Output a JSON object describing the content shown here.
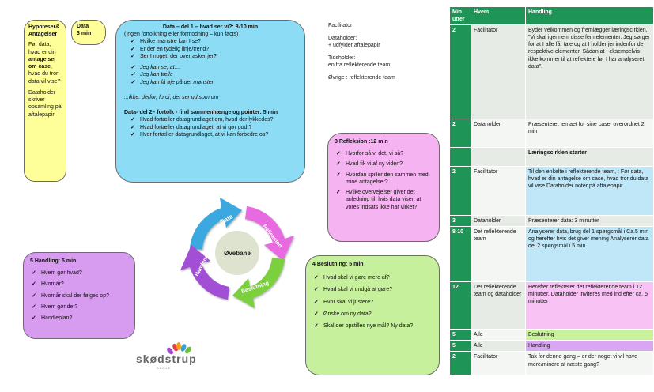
{
  "hypotheses_box": {
    "title": "Hypoteser& Antagelser",
    "p1_a": "Før data, hvad er din ",
    "p1_b": "antagelser om case",
    "p1_c": ", hvad du tror data vil vise?",
    "p2": "Dataholder skriver opsamling på aftalepapir"
  },
  "data_time_box": {
    "line1": "Data",
    "line2": "3 min"
  },
  "data_box": {
    "title": "Data – del 1 – hvad ser vi?: 8-10 min",
    "subtitle": "(Ingen fortolkning eller formodning – kun facts)",
    "q1": "Hvilke mønstre kan I se?",
    "q2": "Er der en tydelig linje/trend?",
    "q3": "Ser I noget, der overrasker jer?",
    "s1": "Jeg kan se, at....",
    "s2": "Jeg kan tælle",
    "s3": "Jeg kan få øje på det mønster",
    "ikke": "...ikke: derfor, fordi, det ser ud som om",
    "part2_title": "Data- del 2– fortolk - find sammenhænge og pointer:  5 min",
    "p1": "Hvad fortæller datagrundlaget om, hvad der lykkedes?",
    "p2": "Hvad fortæller datagrundlaget, at vi gør godt?",
    "p3": "Hvor fortæller datagrundlaget, at vi kan forbedre os?"
  },
  "roles": {
    "facilitator": "Facilitator:",
    "dataholder": "Dataholder:",
    "dataholder_note": " + udfylder aftalepapir",
    "tidsholder": "Tidsholder:",
    "tidsholder_note": "en fra reflekterende team:",
    "ovrige": "Øvrige : reflekterende team"
  },
  "reflexion_box": {
    "title": "3 Refleksion :12 min",
    "q1": "Hvorfor så vi det, vi så?",
    "q2": "Hvad fik vi af ny viden?",
    "q3": "Hvordan spiller den sammen med mine antagelser?",
    "q4": "Hvilke overvejelser giver det anledning til, hvis data viser, at vores indsats ikke har virket?"
  },
  "beslutning_box": {
    "title": "4 Beslutning: 5 min",
    "q1": "Hvad skal vi gøre mere af?",
    "q2": "Hvad skal vi undgå at gøre?",
    "q3": "Hvor skal vi justere?",
    "q4": "Ønske om ny data?",
    "q5": "Skal der opstilles nye mål? Ny data?"
  },
  "handling_box": {
    "title": "5 Handling: 5 min",
    "q1": "Hvem gør hvad?",
    "q2": "Hvornår?",
    "q3": "Hvornår skal der følges op?",
    "q4": "Hvem gør det?",
    "q5": "Handleplan?"
  },
  "cycle": {
    "data": "Data",
    "refleksion": "Refleksion",
    "beslutning": "Beslutning",
    "handling": "Handling",
    "center": "Øvebane",
    "colors": {
      "data": "#3aa9df",
      "refleksion": "#e86be0",
      "beslutning": "#7ccf3e",
      "handling": "#a24fd6",
      "center": "#dde3cf"
    }
  },
  "logo": {
    "name": "skødstrup",
    "sub": "SKOLE"
  },
  "table": {
    "headers": [
      "Min utter",
      "Hvem",
      "Handling"
    ],
    "rows": [
      {
        "min": "2",
        "who": "Facilitator",
        "action": "Byder velkommen og fremlægger læringscirklen. \"Vi skal igennem disse fem elementer. Jeg sørger for at I alle får tale og at I holder jer indenfor de respektive elementer. Sådan at I eksempelvis ikke kommer til at reflektere før I har analyseret data\"."
      },
      {
        "min": "2",
        "who": "Dataholder",
        "action": "Præsenteret temaet for sine case, overordnet 2 min"
      },
      {
        "min": "",
        "who": "",
        "action": "Læringscirklen starter"
      },
      {
        "min": "2",
        "who": "Facilitator",
        "action": "Til den enkelte i reflekterende team, : Før data, hvad er din antagelse om case, hvad tror du data vil vise Dataholder noter på aftalepapir"
      },
      {
        "min": "3",
        "who": "Dataholder",
        "action": "Præsenterer data: 3 minutter"
      },
      {
        "min": "8-10",
        "who": "Det reflekterende team",
        "action": "Analyserer data, brug del 1 spørgsmål i Ca.5 min og herefter hvis det giver mening Analyserer data del 2 spørgsmål i 5 min"
      },
      {
        "min": "12",
        "who": "Det reflekterende team og dataholder",
        "action": "Herefter reflekterer det reflekterende team i 12 minutter.  Dataholder inviteres med ind efter ca. 5 minutter"
      },
      {
        "min": "5",
        "who": "Alle",
        "action": "Beslutning"
      },
      {
        "min": "5",
        "who": "Alle",
        "action": "Handling"
      },
      {
        "min": "2",
        "who": "Facilitator",
        "action": "Tak for denne gang – er der noget vi vil have mere/mindre af næste gang?"
      }
    ]
  }
}
